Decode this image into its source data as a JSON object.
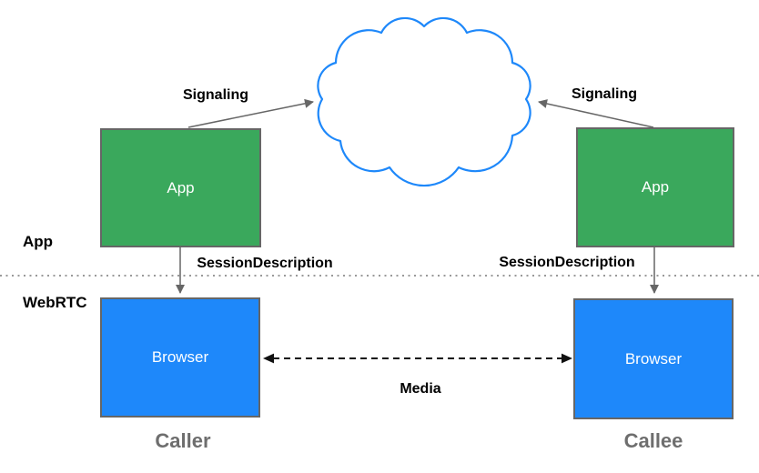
{
  "diagram": {
    "layers": {
      "top": "App",
      "bottom": "WebRTC"
    },
    "nodes": {
      "caller_app": "App",
      "callee_app": "App",
      "caller_browser": "Browser",
      "callee_browser": "Browser"
    },
    "edges": {
      "signaling_left": "Signaling",
      "signaling_right": "Signaling",
      "session_description_left": "SessionDescription",
      "session_description_right": "SessionDescription",
      "media": "Media"
    },
    "captions": {
      "caller": "Caller",
      "callee": "Callee"
    },
    "icons": {
      "cloud": "signaling-network-cloud"
    },
    "colors": {
      "app_node_fill": "#3AA85C",
      "browser_node_fill": "#1E88FA",
      "cloud_stroke": "#1E88FA",
      "node_border": "#666666",
      "signaling_arrow": "#666666",
      "media_arrow": "#111111",
      "divider_dots": "#999999",
      "caption_text": "#6e6e6e",
      "node_text": "#ffffff",
      "label_text": "#000000"
    }
  }
}
